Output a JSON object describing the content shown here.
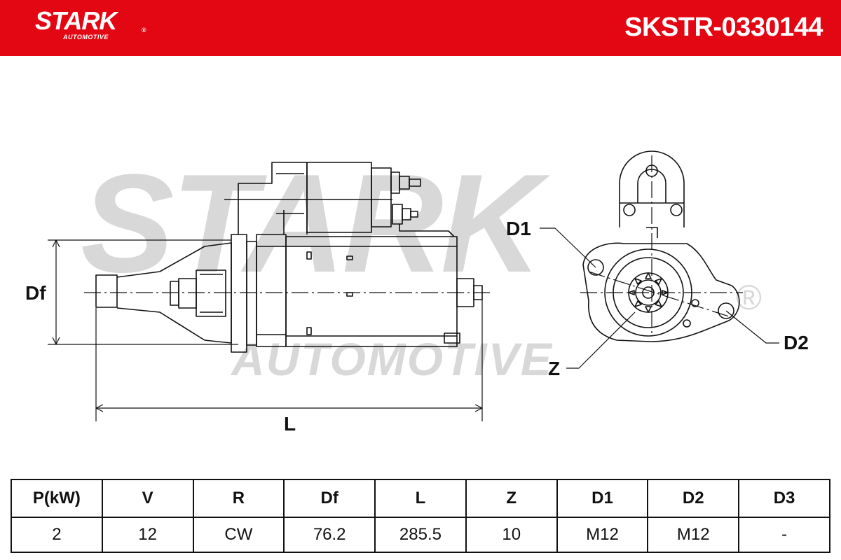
{
  "header": {
    "logo_main": "STARK",
    "logo_reg": "®",
    "logo_sub": "AUTOMOTIVE",
    "part_number": "SKSTR-0330144"
  },
  "watermark": {
    "main": "STARK",
    "sub": "AUTOMOTIVE",
    "reg": "®"
  },
  "diagram": {
    "labels": {
      "df": "Df",
      "l": "L",
      "d1": "D1",
      "d2": "D2",
      "z": "Z"
    }
  },
  "specs": {
    "headers": [
      "P(kW)",
      "V",
      "R",
      "Df",
      "L",
      "Z",
      "D1",
      "D2",
      "D3"
    ],
    "values": [
      "2",
      "12",
      "CW",
      "76.2",
      "285.5",
      "10",
      "M12",
      "M12",
      "-"
    ]
  },
  "colors": {
    "brand": "#e30613",
    "line": "#111111",
    "watermark": "#d8d8d8"
  }
}
